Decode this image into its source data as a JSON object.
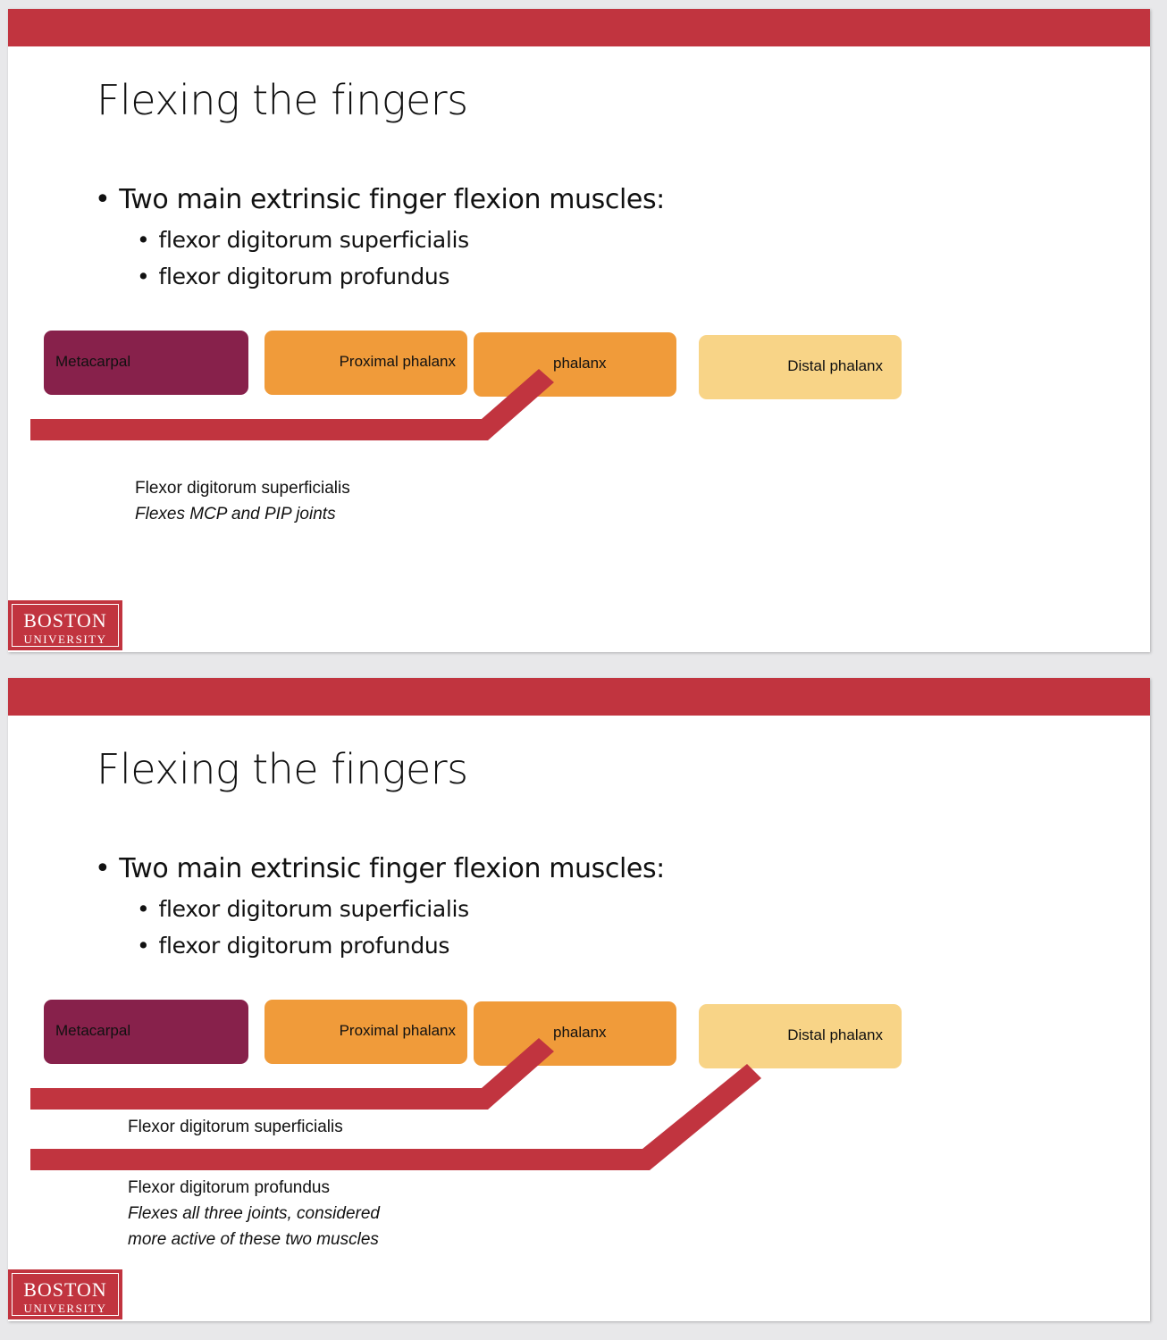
{
  "slides": [
    {
      "title": "Flexing the fingers",
      "bullet": "Two main extrinsic finger flexion muscles:",
      "sub_bullets": [
        "flexor digitorum superficialis",
        "flexor digitorum profundus"
      ],
      "bones": {
        "metacarpal": "Metacarpal",
        "proximal": "Proximal phalanx",
        "middle": "phalanx",
        "distal": "Distal phalanx"
      },
      "captions": {
        "superficialis_name": "Flexor digitorum superficialis",
        "superficialis_desc": "Flexes MCP and PIP joints"
      },
      "logo": {
        "line1": "BOSTON",
        "line2": "UNIVERSITY"
      }
    },
    {
      "title": "Flexing the fingers",
      "bullet": "Two main extrinsic finger flexion muscles:",
      "sub_bullets": [
        "flexor digitorum superficialis",
        "flexor digitorum profundus"
      ],
      "bones": {
        "metacarpal": "Metacarpal",
        "proximal": "Proximal phalanx",
        "middle": "phalanx",
        "distal": "Distal phalanx"
      },
      "captions": {
        "superficialis_name": "Flexor digitorum superficialis",
        "profundus_name": "Flexor digitorum profundus",
        "profundus_desc_1": "Flexes all three joints, considered",
        "profundus_desc_2": "more active of these two muscles"
      },
      "logo": {
        "line1": "BOSTON",
        "line2": "UNIVERSITY"
      }
    }
  ],
  "colors": {
    "accent_red": "#c1343f",
    "metacarpal": "#87214b",
    "phalanx_orange": "#f09b3a",
    "distal_yellow": "#f8d487"
  }
}
